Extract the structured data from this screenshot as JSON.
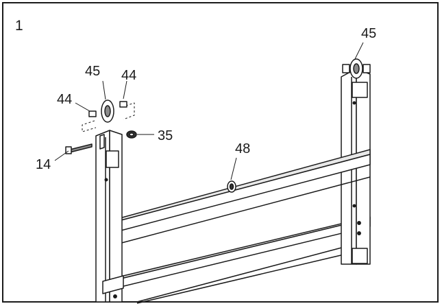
{
  "step_number": "1",
  "labels": {
    "washer_left_top": "45",
    "washer_right_top": "45",
    "spacer_a": "44",
    "spacer_b": "44",
    "nut": "35",
    "bolt": "14",
    "crossbar": "48"
  },
  "colors": {
    "line": "#1a1a1a",
    "frame_fill": "#ffffff",
    "shade": "#8a8a8a",
    "dark": "#333333"
  }
}
